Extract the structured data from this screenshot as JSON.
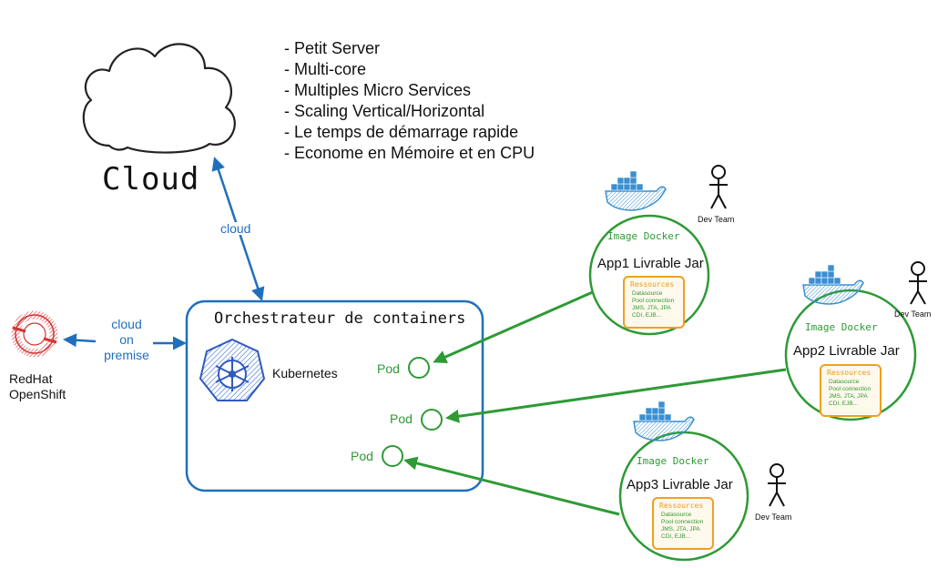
{
  "cloud": {
    "title": "Cloud"
  },
  "features": [
    "- Petit Server",
    "- Multi-core",
    "- Multiples Micro Services",
    "- Scaling Vertical/Horizontal",
    "- Le temps de démarrage rapide",
    "- Econome en Mémoire et en CPU"
  ],
  "links": {
    "cloud": "cloud",
    "on_premise": [
      "cloud",
      "on",
      "premise"
    ]
  },
  "openshift": {
    "line1": "RedHat",
    "line2": "OpenShift"
  },
  "orchestrator": {
    "title": "Orchestrateur de containers",
    "kubernetes": "Kubernetes",
    "pods": [
      "Pod",
      "Pod",
      "Pod"
    ]
  },
  "apps": [
    {
      "image_label": "Image Docker",
      "name": "App1 Livrable Jar",
      "resources_title": "Ressources",
      "resources": [
        "Datasource",
        "Pool connection",
        "JMS, JTA, JPA",
        "CDI, EJB..."
      ],
      "team": "Dev Team"
    },
    {
      "image_label": "Image Docker",
      "name": "App2 Livrable Jar",
      "resources_title": "Ressources",
      "resources": [
        "Datasource",
        "Pool connection",
        "JMS, JTA, JPA",
        "CDI, EJB..."
      ],
      "team": "Dev Team"
    },
    {
      "image_label": "Image Docker",
      "name": "App3 Livrable Jar",
      "resources_title": "Ressources",
      "resources": [
        "Datasource",
        "Pool connection",
        "JMS, JTA, JPA",
        "CDI, EJB..."
      ],
      "team": "Dev Team"
    }
  ],
  "colors": {
    "blue": "#1f6fbd",
    "green": "#2e9a35",
    "orange": "#f0a020",
    "red": "#d63333",
    "docker": "#3a8fd0"
  },
  "icons": [
    "cloud-icon",
    "kubernetes-icon",
    "openshift-icon",
    "docker-whale-icon",
    "stick-figure-icon"
  ]
}
